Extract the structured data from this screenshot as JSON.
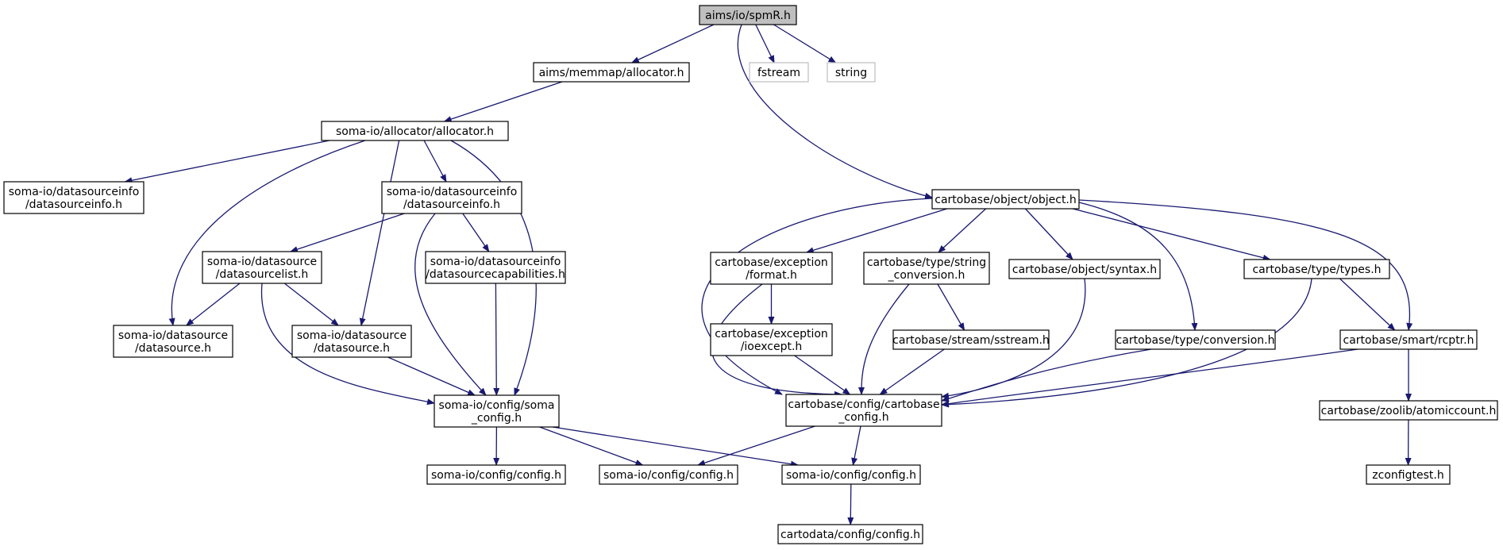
{
  "diagram": {
    "nodes": [
      {
        "id": "spmR",
        "lines": [
          "aims/io/spmR.h"
        ],
        "style": "root"
      },
      {
        "id": "memalloc",
        "lines": [
          "aims/memmap/allocator.h"
        ]
      },
      {
        "id": "fstream",
        "lines": [
          "fstream"
        ],
        "style": "ext"
      },
      {
        "id": "string",
        "lines": [
          "string"
        ],
        "style": "ext"
      },
      {
        "id": "somaalloc",
        "lines": [
          "soma-io/allocator/allocator.h"
        ]
      },
      {
        "id": "dsinfo1",
        "lines": [
          "soma-io/datasourceinfo",
          "/datasourceinfo.h"
        ]
      },
      {
        "id": "dsinfo2",
        "lines": [
          "soma-io/datasourceinfo",
          "/datasourceinfo.h"
        ]
      },
      {
        "id": "dslist",
        "lines": [
          "soma-io/datasource",
          "/datasourcelist.h"
        ]
      },
      {
        "id": "dscap",
        "lines": [
          "soma-io/datasourceinfo",
          "/datasourcecapabilities.h"
        ]
      },
      {
        "id": "ds1",
        "lines": [
          "soma-io/datasource",
          "/datasource.h"
        ]
      },
      {
        "id": "ds2",
        "lines": [
          "soma-io/datasource",
          "/datasource.h"
        ]
      },
      {
        "id": "somaconfig",
        "lines": [
          "soma-io/config/soma",
          "_config.h"
        ]
      },
      {
        "id": "cfg1",
        "lines": [
          "soma-io/config/config.h"
        ]
      },
      {
        "id": "cfg2",
        "lines": [
          "soma-io/config/config.h"
        ]
      },
      {
        "id": "cfg3",
        "lines": [
          "soma-io/config/config.h"
        ]
      },
      {
        "id": "cartodata",
        "lines": [
          "cartodata/config/config.h"
        ]
      },
      {
        "id": "object",
        "lines": [
          "cartobase/object/object.h"
        ]
      },
      {
        "id": "format",
        "lines": [
          "cartobase/exception",
          "/format.h"
        ]
      },
      {
        "id": "strconv",
        "lines": [
          "cartobase/type/string",
          "_conversion.h"
        ]
      },
      {
        "id": "syntax",
        "lines": [
          "cartobase/object/syntax.h"
        ]
      },
      {
        "id": "types",
        "lines": [
          "cartobase/type/types.h"
        ]
      },
      {
        "id": "ioexcept",
        "lines": [
          "cartobase/exception",
          "/ioexcept.h"
        ]
      },
      {
        "id": "sstream",
        "lines": [
          "cartobase/stream/sstream.h"
        ]
      },
      {
        "id": "conversion",
        "lines": [
          "cartobase/type/conversion.h"
        ]
      },
      {
        "id": "rcptr",
        "lines": [
          "cartobase/smart/rcptr.h"
        ]
      },
      {
        "id": "cbconfig",
        "lines": [
          "cartobase/config/cartobase",
          "_config.h"
        ]
      },
      {
        "id": "atomic",
        "lines": [
          "cartobase/zoolib/atomiccount.h"
        ]
      },
      {
        "id": "zconfig",
        "lines": [
          "zconfigtest.h"
        ]
      }
    ],
    "edges": [
      [
        "spmR",
        "memalloc"
      ],
      [
        "spmR",
        "fstream"
      ],
      [
        "spmR",
        "string"
      ],
      [
        "spmR",
        "object"
      ],
      [
        "memalloc",
        "somaalloc"
      ],
      [
        "somaalloc",
        "dsinfo1"
      ],
      [
        "somaalloc",
        "dsinfo2"
      ],
      [
        "somaalloc",
        "ds1"
      ],
      [
        "somaalloc",
        "ds2"
      ],
      [
        "somaalloc",
        "somaconfig"
      ],
      [
        "dsinfo2",
        "dslist"
      ],
      [
        "dsinfo2",
        "dscap"
      ],
      [
        "dsinfo2",
        "somaconfig"
      ],
      [
        "dslist",
        "ds1"
      ],
      [
        "dslist",
        "ds2"
      ],
      [
        "dslist",
        "somaconfig"
      ],
      [
        "dscap",
        "somaconfig"
      ],
      [
        "ds2",
        "somaconfig"
      ],
      [
        "somaconfig",
        "cfg1"
      ],
      [
        "somaconfig",
        "cfg2"
      ],
      [
        "somaconfig",
        "cfg3"
      ],
      [
        "cfg3",
        "cartodata"
      ],
      [
        "object",
        "cbconfig"
      ],
      [
        "object",
        "format"
      ],
      [
        "object",
        "strconv"
      ],
      [
        "object",
        "syntax"
      ],
      [
        "object",
        "conversion"
      ],
      [
        "object",
        "types"
      ],
      [
        "object",
        "rcptr"
      ],
      [
        "format",
        "ioexcept"
      ],
      [
        "format",
        "cbconfig"
      ],
      [
        "strconv",
        "sstream"
      ],
      [
        "strconv",
        "cbconfig"
      ],
      [
        "ioexcept",
        "cbconfig"
      ],
      [
        "sstream",
        "cbconfig"
      ],
      [
        "syntax",
        "cbconfig"
      ],
      [
        "conversion",
        "cbconfig"
      ],
      [
        "types",
        "cbconfig"
      ],
      [
        "types",
        "rcptr"
      ],
      [
        "rcptr",
        "cbconfig"
      ],
      [
        "rcptr",
        "atomic"
      ],
      [
        "atomic",
        "zconfig"
      ],
      [
        "cbconfig",
        "cfg2"
      ],
      [
        "cbconfig",
        "cfg3"
      ]
    ],
    "colors": {
      "edge": "#191970",
      "root_fill": "#bfbfbf",
      "external_border": "#bfbfbf"
    }
  }
}
